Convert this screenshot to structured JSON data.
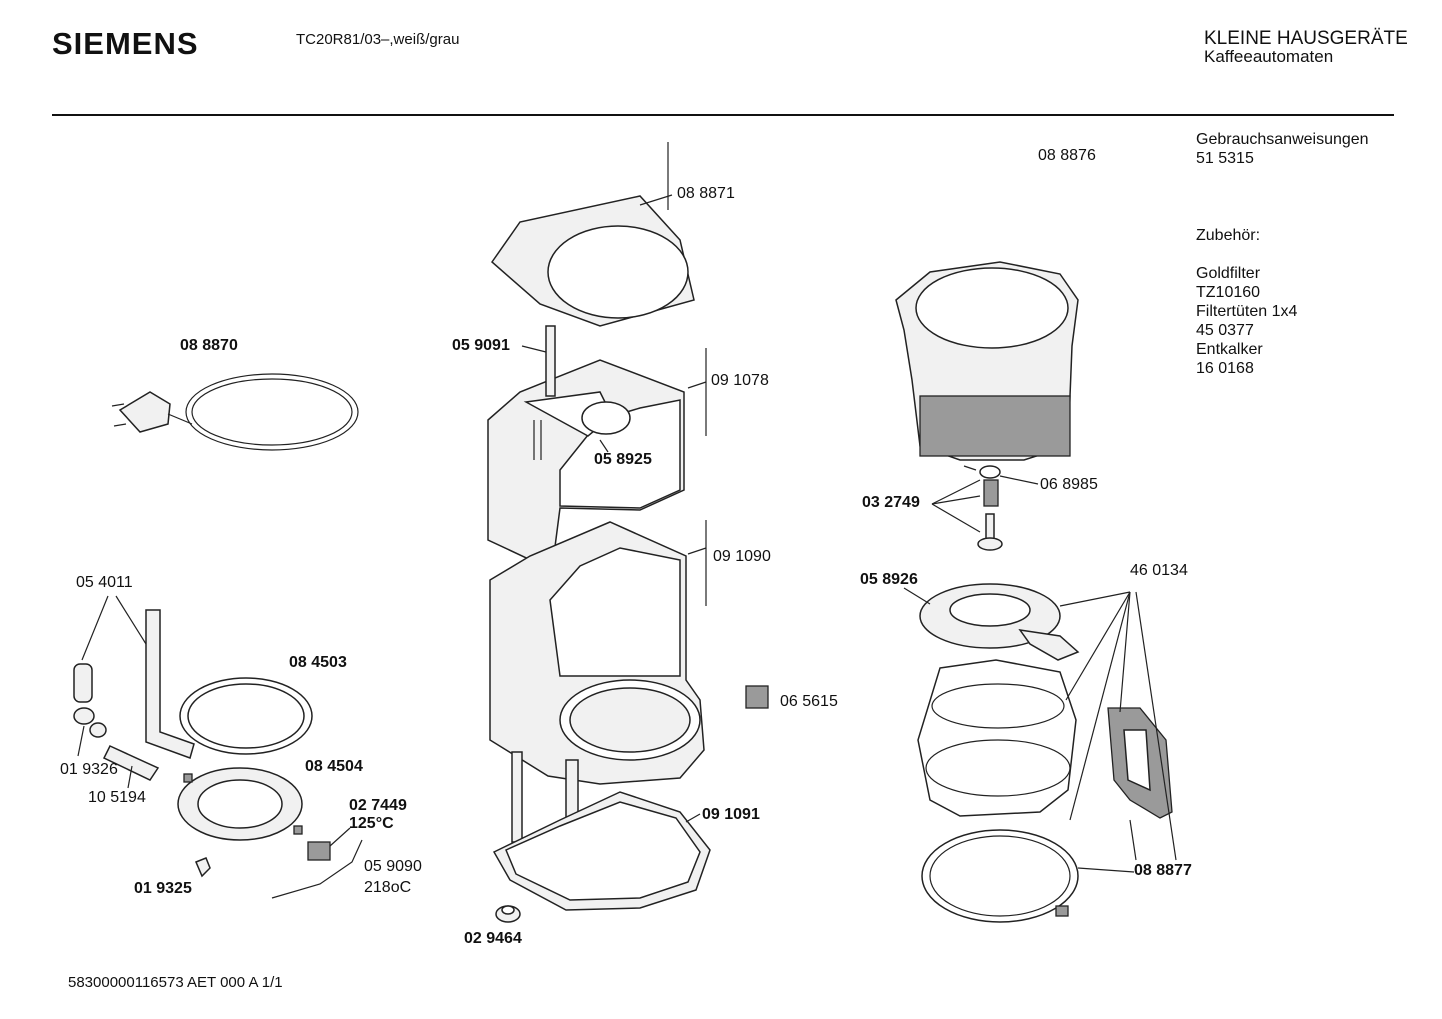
{
  "header": {
    "brand": "SIEMENS",
    "model": "TC20R81/03–,weiß/grau",
    "category_main": "KLEINE HAUSGERÄTE",
    "category_sub": "Kaffeeautomaten"
  },
  "sidebar": {
    "manual_label": "Gebrauchsanweisungen",
    "manual_number": "51 5315",
    "accessories_heading": "Zubehör:",
    "accessories": [
      {
        "name": "Goldfilter",
        "number": "TZ10160"
      },
      {
        "name": "Filtertüten 1x4",
        "number": "45 0377"
      },
      {
        "name": "Entkalker",
        "number": "16 0168"
      }
    ]
  },
  "parts": {
    "p088871": "08 8871",
    "p088870": "08 8870",
    "p059091": "05 9091",
    "p091078": "09 1078",
    "p058925": "05 8925",
    "p088876": "08 8876",
    "p068985": "06 8985",
    "p032749": "03 2749",
    "p091090": "09 1090",
    "p058926": "05 8926",
    "p460134": "46 0134",
    "p054011": "05 4011",
    "p084503": "08 4503",
    "p065615": "06 5615",
    "p019326": "01 9326",
    "p105194": "10 5194",
    "p084504": "08 4504",
    "p027449": "02 7449",
    "p027449_temp": "125°C",
    "p091091": "09 1091",
    "p059090": "05 9090",
    "p059090_temp": "218oC",
    "p019325": "01 9325",
    "p029464": "02 9464",
    "p088877": "08 8877"
  },
  "footer": {
    "doc_code": "58300000116573 AET 000 A 1/1"
  }
}
